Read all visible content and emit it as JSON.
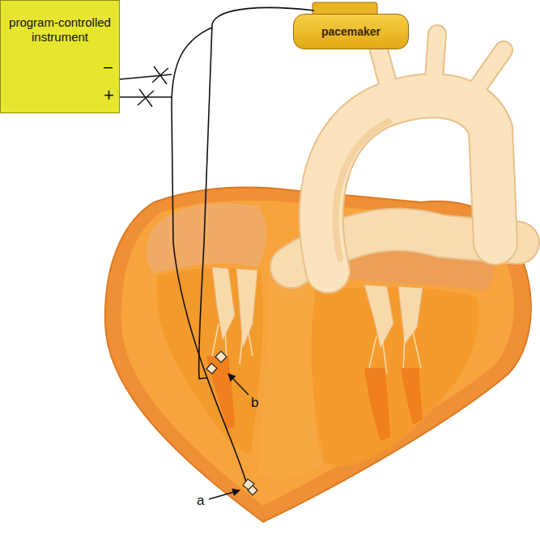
{
  "diagram": {
    "nodes": [
      {
        "text": [
          "program-controlled instrument"
        ]
      },
      {
        "text": [
          "pacemaker"
        ]
      }
    ],
    "labels": [
      "−",
      "+",
      "a",
      "b"
    ]
  }
}
